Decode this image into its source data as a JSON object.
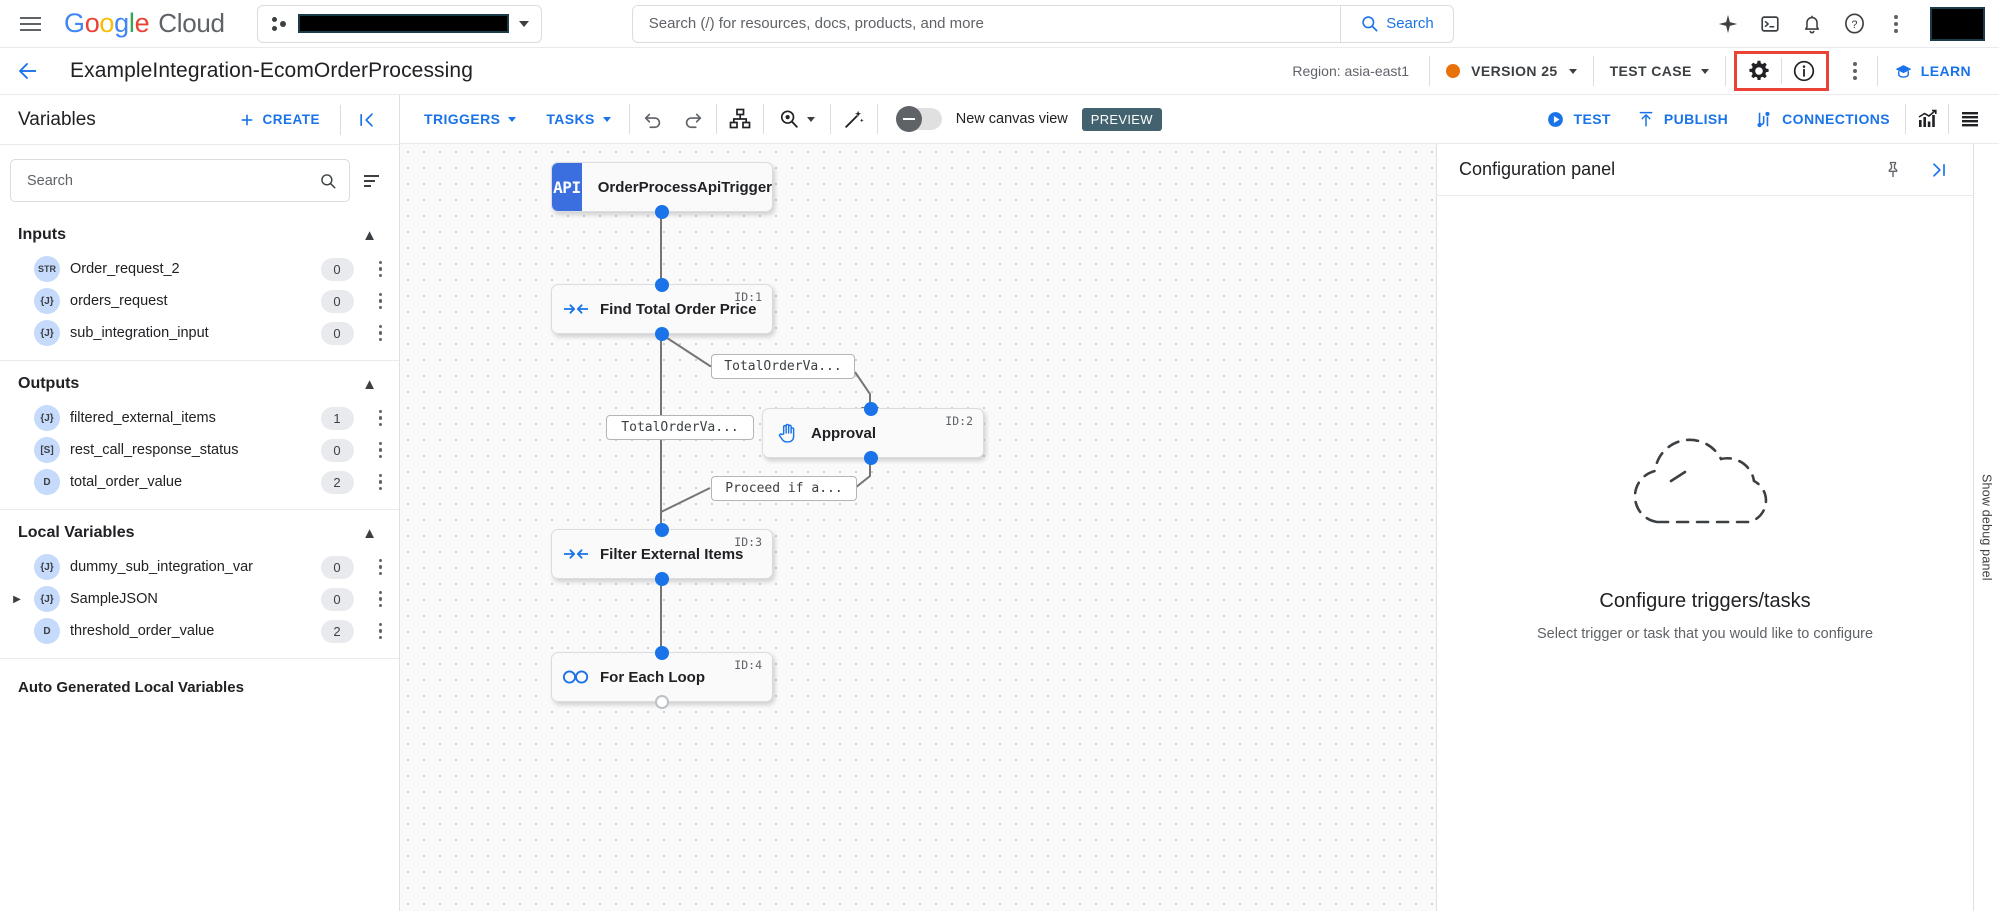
{
  "topbar": {
    "menu_icon": "hamburger-menu-icon",
    "brand": {
      "google": "Google",
      "cloud": "Cloud"
    },
    "project_selector": {
      "icon": "project-dots-icon",
      "value": "",
      "redacted": true
    },
    "search": {
      "placeholder": "Search (/) for resources, docs, products, and more",
      "value": "",
      "button_label": "Search",
      "icon": "search-icon"
    },
    "actions": [
      {
        "name": "gemini-sparkle-icon",
        "label": ""
      },
      {
        "name": "cloud-shell-icon",
        "label": ""
      },
      {
        "name": "notifications-bell-icon",
        "label": ""
      },
      {
        "name": "help-icon",
        "label": ""
      },
      {
        "name": "more-options-kebab-icon",
        "label": ""
      }
    ]
  },
  "titlebar": {
    "back_icon": "back-arrow-icon",
    "title": "ExampleIntegration-EcomOrderProcessing",
    "region": "Region: asia-east1",
    "version": "VERSION 25",
    "version_dot_color": "#e8710a",
    "test_case": "TEST CASE",
    "settings_icon": "gear-icon",
    "info_icon": "info-icon",
    "kebab_icon": "more-options-kebab-icon",
    "learn": "LEARN",
    "highlight_color": "#ea4335"
  },
  "sidebar": {
    "title": "Variables",
    "create_label": "CREATE",
    "collapse_icon": "collapse-panel-icon",
    "search": {
      "placeholder": "Search",
      "value": "",
      "icon": "search-icon"
    },
    "sort_icon": "sort-filter-icon",
    "sections": [
      {
        "name": "Inputs",
        "items": [
          {
            "type": "STR",
            "name": "Order_request_2",
            "count": "0",
            "expandable": false
          },
          {
            "type": "{J}",
            "name": "orders_request",
            "count": "0",
            "expandable": false
          },
          {
            "type": "{J}",
            "name": "sub_integration_input",
            "count": "0",
            "expandable": false
          }
        ]
      },
      {
        "name": "Outputs",
        "items": [
          {
            "type": "{J}",
            "name": "filtered_external_items",
            "count": "1",
            "expandable": false
          },
          {
            "type": "[S]",
            "name": "rest_call_response_status",
            "count": "0",
            "expandable": false
          },
          {
            "type": "D",
            "name": "total_order_value",
            "count": "2",
            "expandable": false
          }
        ]
      },
      {
        "name": "Local Variables",
        "items": [
          {
            "type": "{J}",
            "name": "dummy_sub_integration_var",
            "count": "0",
            "expandable": false
          },
          {
            "type": "{J}",
            "name": "SampleJSON",
            "count": "0",
            "expandable": true
          },
          {
            "type": "D",
            "name": "threshold_order_value",
            "count": "2",
            "expandable": false
          }
        ]
      }
    ],
    "auto_generated_label": "Auto Generated Local Variables"
  },
  "toolbar": {
    "triggers": "TRIGGERS",
    "tasks": "TASKS",
    "undo_icon": "undo-icon",
    "redo_icon": "redo-icon",
    "layout_icon": "auto-layout-icon",
    "zoom_icon": "zoom-icon",
    "wand_icon": "magic-wand-icon",
    "canvas_toggle_label": "New canvas view",
    "preview_badge": "PREVIEW",
    "test": "TEST",
    "publish": "PUBLISH",
    "connections": "CONNECTIONS",
    "analytics_icon": "analytics-chart-icon",
    "logs_icon": "logs-list-icon"
  },
  "canvas": {
    "nodes": [
      {
        "id": "",
        "label": "OrderProcessApiTrigger",
        "icon": "api-trigger-icon",
        "badge": "API",
        "kind": "trigger"
      },
      {
        "id": "ID:1",
        "label": "Find Total Order Price",
        "icon": "data-mapping-icon",
        "kind": "task"
      },
      {
        "id": "ID:2",
        "label": "Approval",
        "icon": "approval-hand-icon",
        "kind": "task"
      },
      {
        "id": "ID:3",
        "label": "Filter External Items",
        "icon": "data-mapping-icon",
        "kind": "task"
      },
      {
        "id": "ID:4",
        "label": "For Each Loop",
        "icon": "for-each-loop-icon",
        "kind": "task"
      }
    ],
    "edge_labels": [
      {
        "text": "TotalOrderVa..."
      },
      {
        "text": "TotalOrderVa..."
      },
      {
        "text": "Proceed if a..."
      }
    ]
  },
  "config_panel": {
    "title": "Configuration panel",
    "pin_icon": "pin-icon",
    "collapse_icon": "expand-panel-icon",
    "empty_icon": "dashed-cloud-icon",
    "heading": "Configure triggers/tasks",
    "subtext": "Select trigger or task that you would like to configure"
  },
  "right_rail": {
    "label": "Show debug panel"
  }
}
